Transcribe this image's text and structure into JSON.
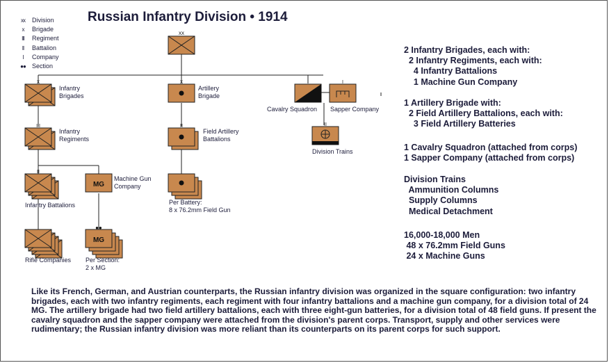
{
  "title": "Russian Infantry Division  •  1914",
  "legend": [
    {
      "symbol": "xx",
      "label": "Division"
    },
    {
      "symbol": "x",
      "label": "Brigade"
    },
    {
      "symbol": "III",
      "label": "Regiment"
    },
    {
      "symbol": "II",
      "label": "Battalion"
    },
    {
      "symbol": "I",
      "label": "Company"
    },
    {
      "symbol": "●●",
      "label": "Section"
    }
  ],
  "units": {
    "division_symbol": "xx",
    "brigade_symbol": "x",
    "regiment_symbol": "III",
    "battalion_symbol": "II",
    "company_symbol": "I",
    "section_symbol": "●●",
    "mg_label": "MG",
    "infantry_brigades": "Infantry\nBrigades",
    "infantry_regiments": "Infantry\nRegiments",
    "infantry_battalions": "Infantry Battalions",
    "rifle_companies": "Rifle Companies",
    "machine_gun_company": "Machine Gun\nCompany",
    "mg_section": "Per Section:\n2 x MG",
    "artillery_brigade": "Artillery\nBrigade",
    "field_artillery_battalions": "Field Artillery\nBattalions",
    "battery": "Per Battery:\n8 x 76.2mm Field Gun",
    "cavalry_squadron": "Cavalry Squadron",
    "sapper_company": "Sapper Company",
    "division_trains": "Division Trains"
  },
  "summary": {
    "brigades": "2 Infantry Brigades, each with:\n  2 Infantry Regiments, each with:\n    4 Infantry Battalions\n    1 Machine Gun Company",
    "artillery": "1 Artillery Brigade with:\n  2 Field Artillery Battalions, each with:\n    3 Field Artillery Batteries",
    "attached": "1 Cavalry Squadron (attached from corps)\n1 Sapper Company (attached from corps)",
    "trains": "Division Trains\n  Ammunition Columns\n  Supply Columns\n  Medical Detachment",
    "totals": "16,000-18,000 Men\n 48 x 76.2mm Field Guns\n 24 x Machine Guns"
  },
  "description": "Like its French, German, and Austrian counterparts, the Russian infantry division was organized in the square configuration: two infantry brigades, each with two infantry regiments, each regiment with four infantry battalions and a machine gun company, for a division total of 24 MG. The artillery brigade had two field artillery battalions, each with three eight-gun batteries, for a division total of 48 field guns. If present the cavalry squadron and the sapper company were attached from the division's parent corps. Transport, supply and other services were rudimentary; the Russian infantry division was more reliant than its counterparts on its parent corps for such support.",
  "colors": {
    "unit_fill": "#c8884e",
    "unit_border": "#222222",
    "text": "#1c1c3a",
    "line": "#222222"
  }
}
